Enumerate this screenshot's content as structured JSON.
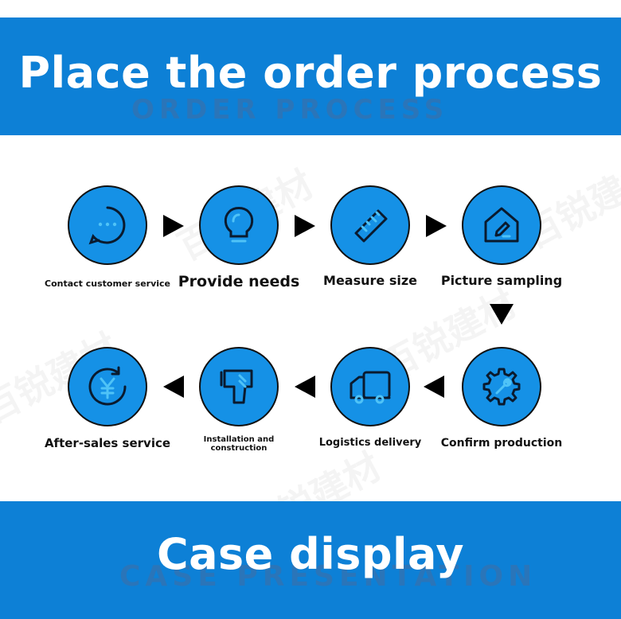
{
  "header": {
    "title": "Place the order process",
    "ghost_text": "ORDER PROCESS"
  },
  "steps": [
    {
      "label": "Contact customer service",
      "icon": "chat-bubble-icon"
    },
    {
      "label": "Provide needs",
      "icon": "lightbulb-icon"
    },
    {
      "label": "Measure size",
      "icon": "ruler-icon"
    },
    {
      "label": "Picture sampling",
      "icon": "house-edit-icon"
    },
    {
      "label": "Confirm production",
      "icon": "gear-wrench-icon"
    },
    {
      "label": "Logistics delivery",
      "icon": "truck-icon"
    },
    {
      "label": "Installation and construction",
      "icon": "drill-icon"
    },
    {
      "label": "After-sales service",
      "icon": "yen-refresh-icon"
    }
  ],
  "footer": {
    "title": "Case display",
    "ghost_text": "CASE PRESENTATION"
  },
  "watermark": "百锐建材",
  "colors": {
    "banner": "#0d80d6",
    "circle": "#1591e6",
    "icon_stroke": "#0a1a2e",
    "icon_accent": "#4fc3f7"
  }
}
